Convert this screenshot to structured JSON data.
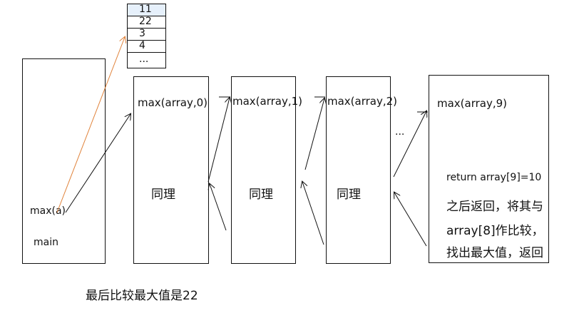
{
  "array_values": [
    "11",
    "22",
    "3",
    "4",
    "..."
  ],
  "main_frame": {
    "call": "max(a)",
    "label": "main"
  },
  "frames": [
    {
      "call": "max(array,0)",
      "body": "同理"
    },
    {
      "call": "max(array,1)",
      "body": "同理"
    },
    {
      "call": "max(array,2)",
      "body": "同理"
    },
    {
      "call": "max(array,9)"
    }
  ],
  "ellipsis": "...",
  "last_frame_notes": [
    "return  array[9]=10",
    "之后返回，将其与",
    "array[8]作比较，",
    "找出最大值，返回"
  ],
  "conclusion": "最后比较最大值是22",
  "colors": {
    "line": "#111111",
    "orange_arrow": "#e0823a",
    "highlight": "#cfe3f7"
  }
}
